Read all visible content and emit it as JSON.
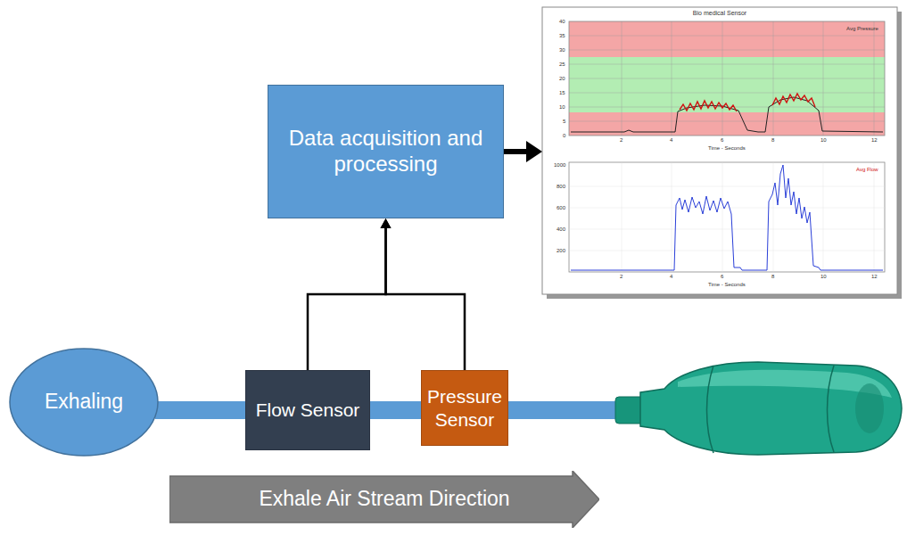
{
  "diagram": {
    "nodes": [
      {
        "text": [
          "Data acquisition and processing"
        ]
      },
      {
        "text": [
          "Bio medical Sensor"
        ]
      },
      {
        "text": [
          "Exhaling"
        ]
      },
      {
        "text": [
          "Flow Sensor"
        ]
      },
      {
        "text": [
          "Pressure Sensor"
        ]
      },
      {
        "text": [
          "Exhale Air Stream Direction"
        ]
      }
    ],
    "edges": [
      {
        "from": 0,
        "to": 1,
        "arrow": "to"
      },
      {
        "from": 3,
        "to": 0,
        "arrow": "to"
      },
      {
        "from": 4,
        "to": 0,
        "arrow": "to"
      },
      {
        "from": 2,
        "to": 3,
        "arrow": "none"
      },
      {
        "from": 3,
        "to": 4,
        "arrow": "none"
      }
    ],
    "labels": [
      "40",
      "35",
      "30",
      "25",
      "20",
      "15",
      "10",
      "5",
      "0",
      "2",
      "4",
      "6",
      "8",
      "10",
      "12",
      "Time - Seconds",
      "Avg Pressure",
      "1000",
      "800",
      "600",
      "400",
      "200",
      "2",
      "4",
      "6",
      "8",
      "10",
      "12",
      "Time - Seconds",
      "Avg Flow"
    ]
  }
}
